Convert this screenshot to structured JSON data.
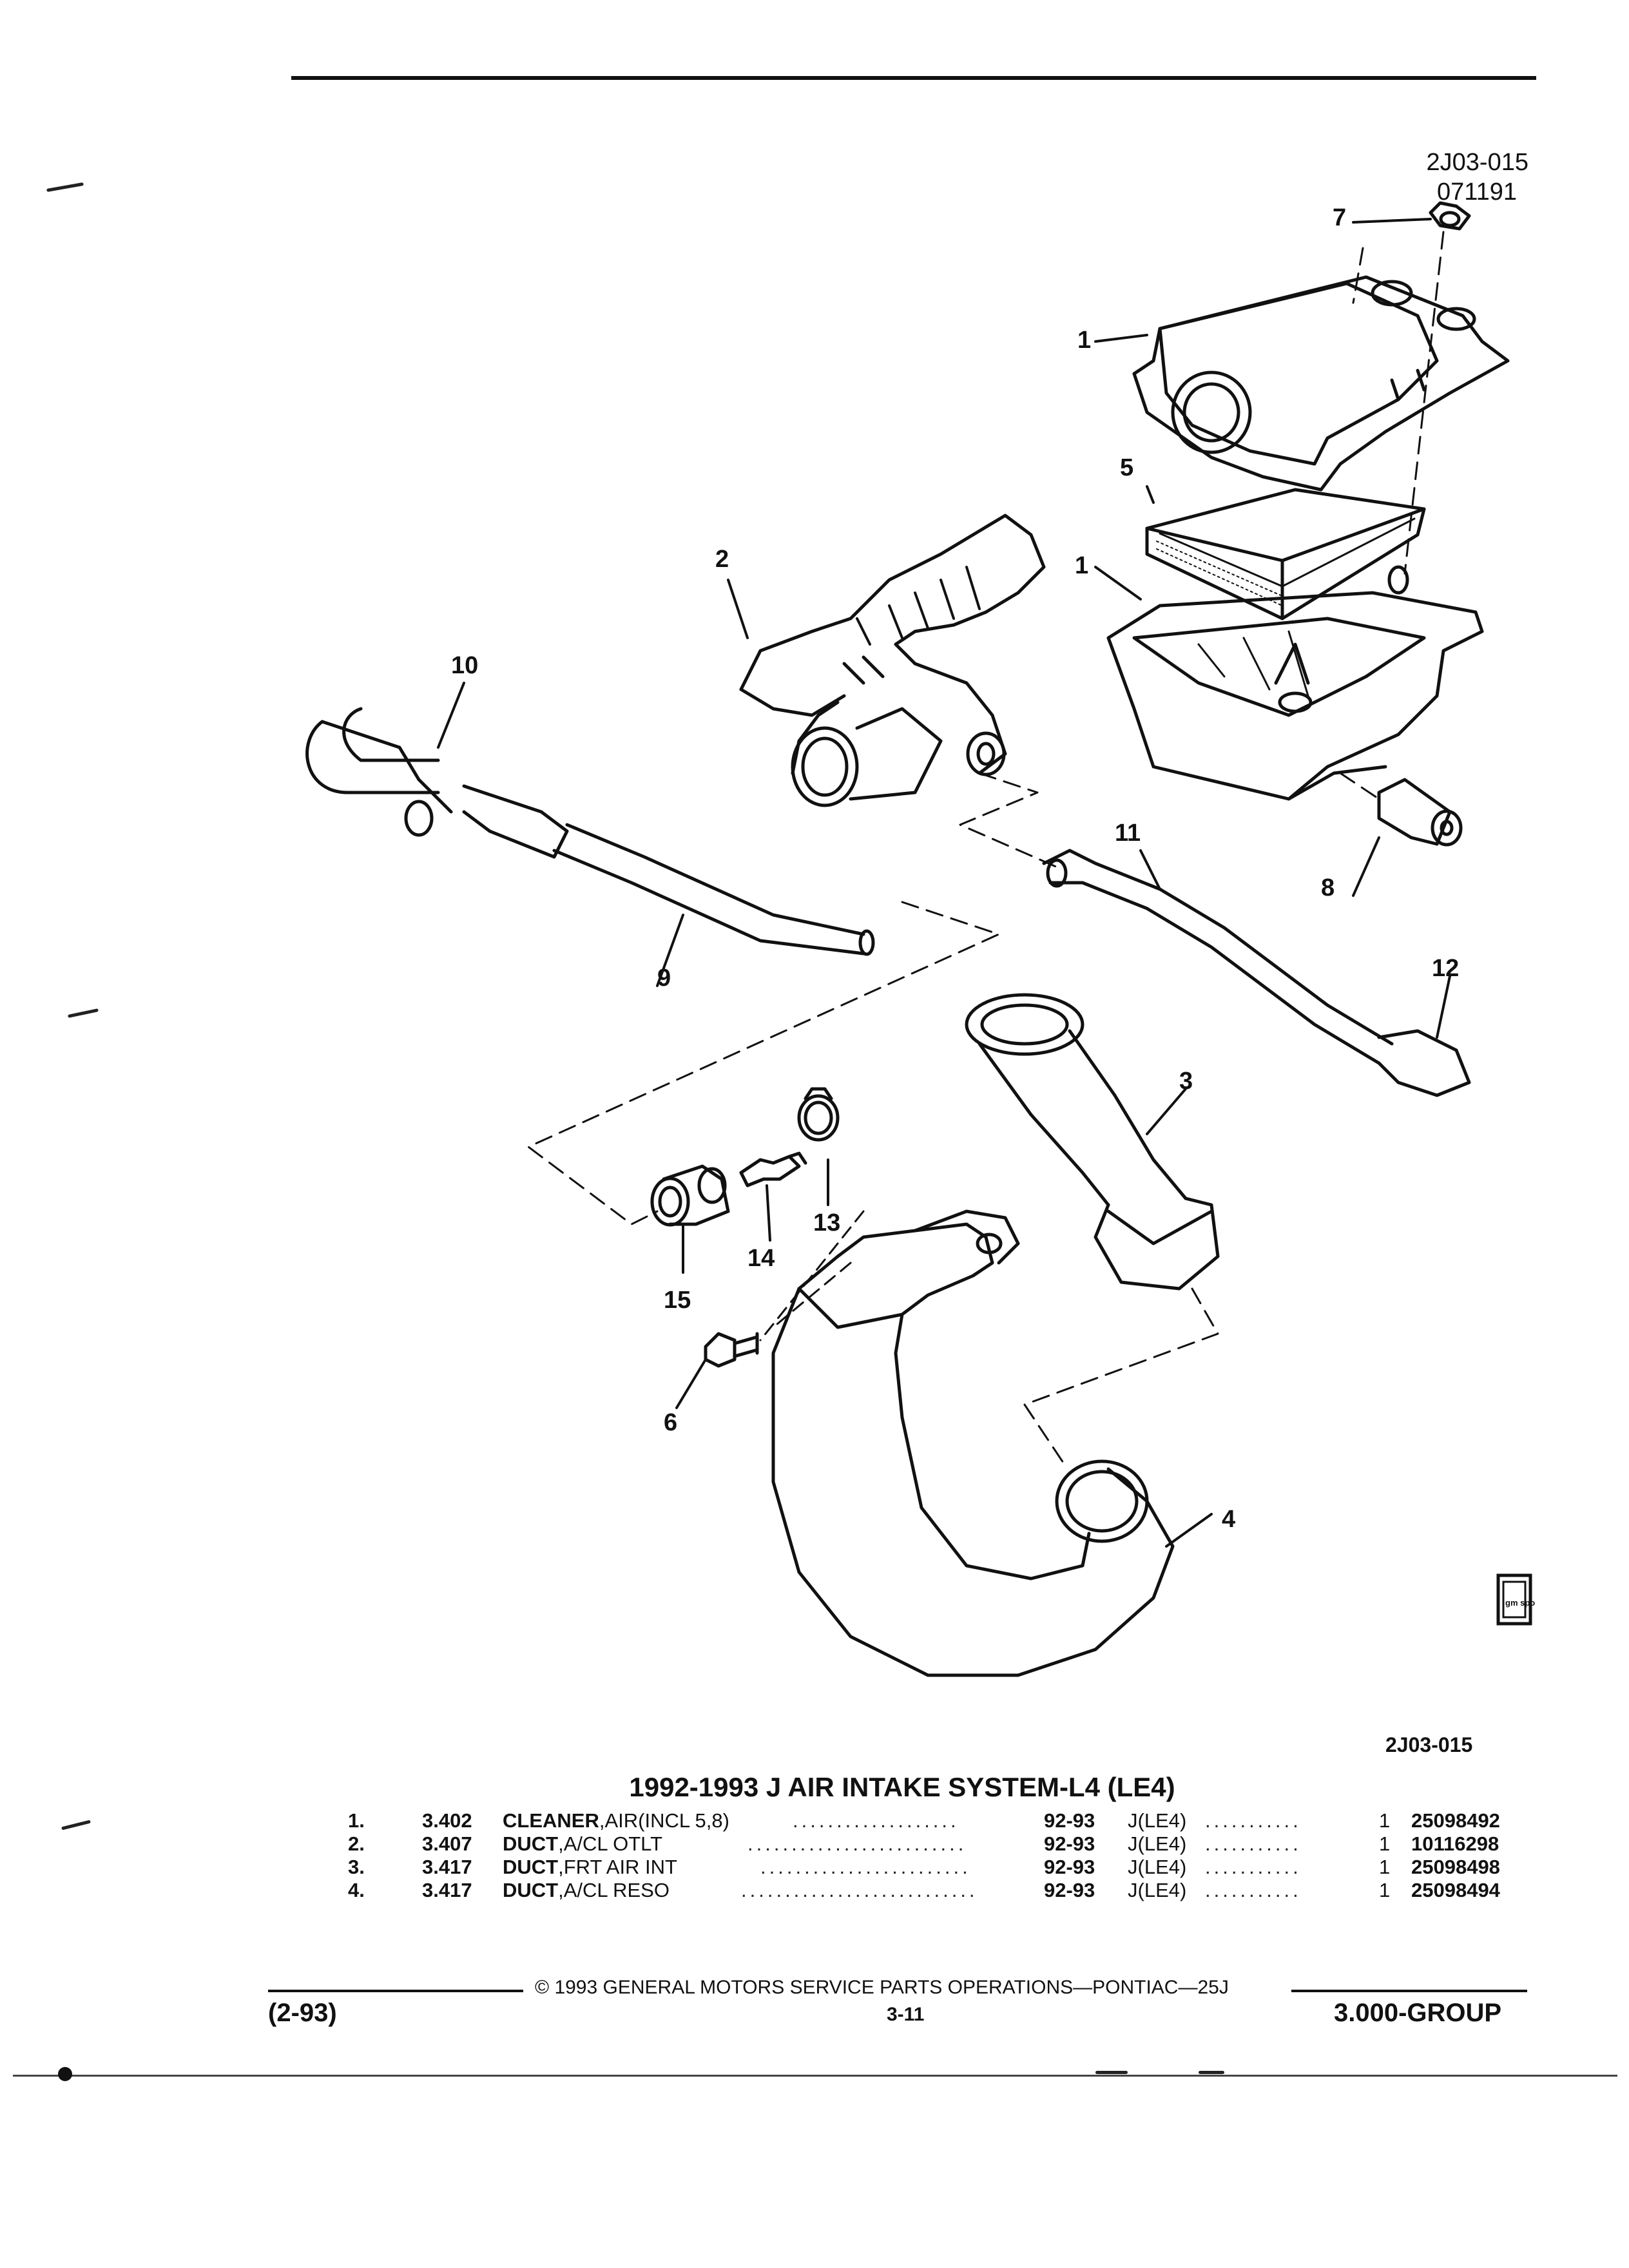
{
  "header": {
    "drawing_ref_top": "2J03-015",
    "drawing_date": "071191"
  },
  "diagram": {
    "callouts": [
      "1",
      "1",
      "2",
      "3",
      "4",
      "5",
      "6",
      "7",
      "8",
      "9",
      "10",
      "11",
      "12",
      "13",
      "14",
      "15"
    ],
    "logo_text": "gm spo"
  },
  "drawing_ref_bottom": "2J03-015",
  "section_title": "1992-1993 J AIR INTAKE SYSTEM-L4 (LE4)",
  "parts": [
    {
      "num": "1.",
      "group": "3.402",
      "name": "CLEANER",
      "desc": ",AIR(INCL 5,8)",
      "years": "92-93",
      "model": "J(LE4)",
      "qty": "1",
      "part_no": "25098492"
    },
    {
      "num": "2.",
      "group": "3.407",
      "name": "DUCT",
      "desc": ",A/CL OTLT",
      "years": "92-93",
      "model": "J(LE4)",
      "qty": "1",
      "part_no": "10116298"
    },
    {
      "num": "3.",
      "group": "3.417",
      "name": "DUCT",
      "desc": ",FRT AIR INT",
      "years": "92-93",
      "model": "J(LE4)",
      "qty": "1",
      "part_no": "25098498"
    },
    {
      "num": "4.",
      "group": "3.417",
      "name": "DUCT",
      "desc": ",A/CL RESO",
      "years": "92-93",
      "model": "J(LE4)",
      "qty": "1",
      "part_no": "25098494"
    }
  ],
  "footer": {
    "copyright": "© 1993 GENERAL MOTORS SERVICE PARTS OPERATIONS—PONTIAC—25J",
    "date_code": "(2-93)",
    "page": "3-11",
    "group": "3.000-GROUP"
  }
}
